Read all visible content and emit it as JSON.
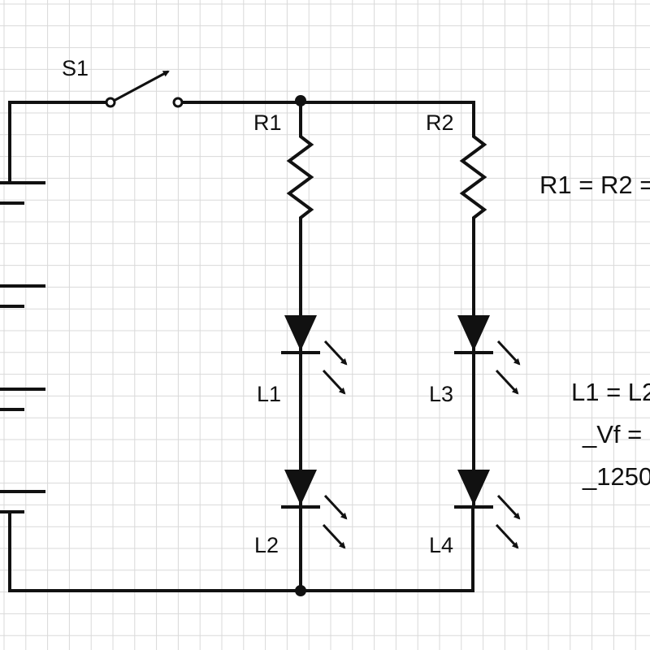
{
  "diagram": {
    "switch_label": "S1",
    "resistor_labels": [
      "R1",
      "R2"
    ],
    "led_labels": [
      "L1",
      "L2",
      "L3",
      "L4"
    ],
    "notes": [
      "R1 = R2 =",
      "L1 = L2",
      "_Vf =",
      "_1250"
    ]
  },
  "colors": {
    "wire": "#111111",
    "grid": "#d9d9d9",
    "background": "#ffffff"
  }
}
